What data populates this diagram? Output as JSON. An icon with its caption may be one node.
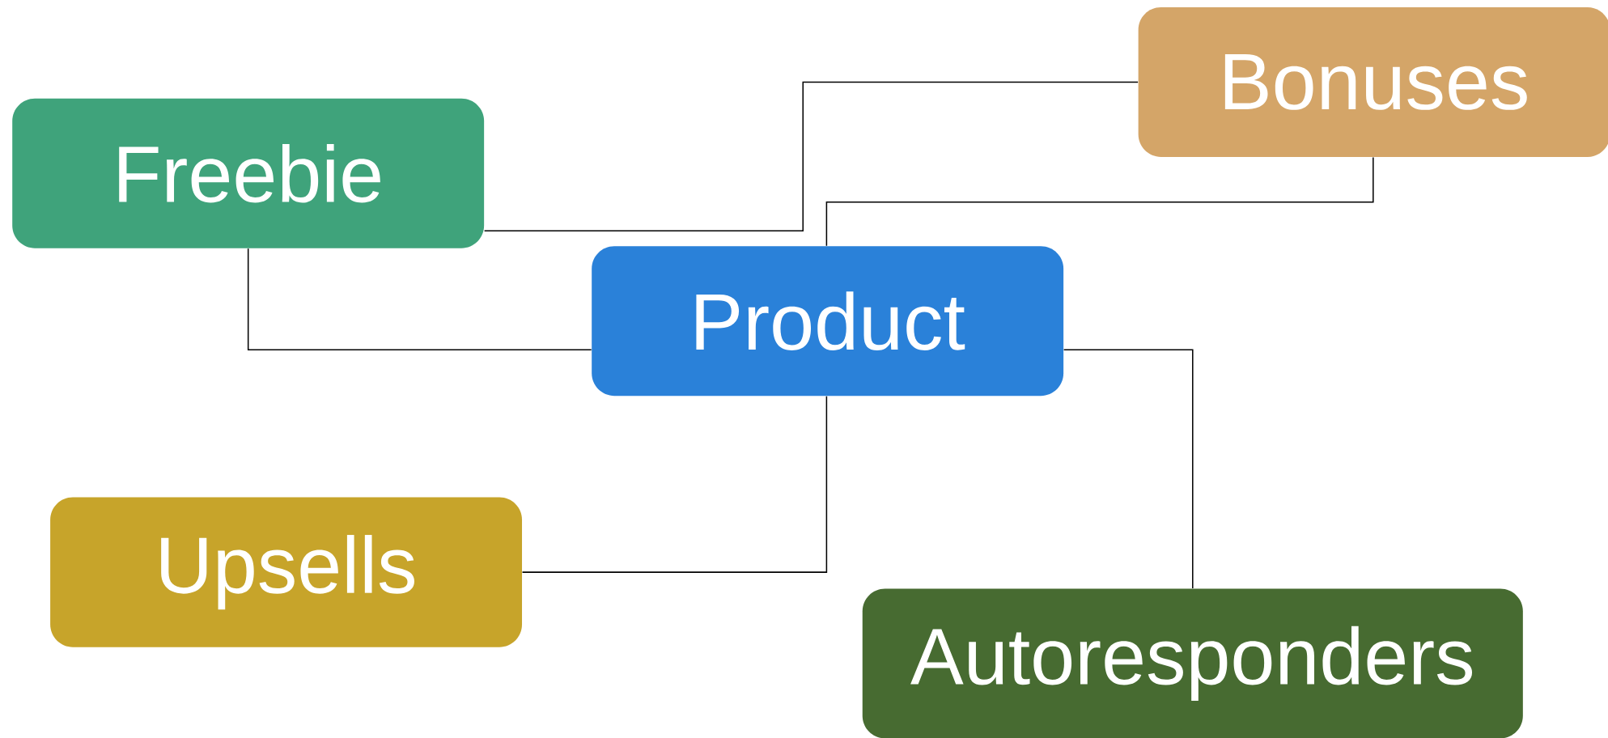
{
  "diagram": {
    "nodes": [
      {
        "text": [
          "Bonuses"
        ]
      },
      {
        "text": [
          "Freebie"
        ]
      },
      {
        "text": [
          "Product"
        ]
      },
      {
        "text": [
          "Upsells"
        ]
      },
      {
        "text": [
          "Autoresponders"
        ]
      }
    ],
    "edges": [
      {
        "from": 1,
        "to": 0,
        "arrow": "none"
      },
      {
        "from": 0,
        "to": 2,
        "arrow": "none"
      },
      {
        "from": 1,
        "to": 2,
        "arrow": "none"
      },
      {
        "from": 2,
        "to": 4,
        "arrow": "none"
      },
      {
        "from": 2,
        "to": 3,
        "arrow": "none"
      }
    ]
  }
}
